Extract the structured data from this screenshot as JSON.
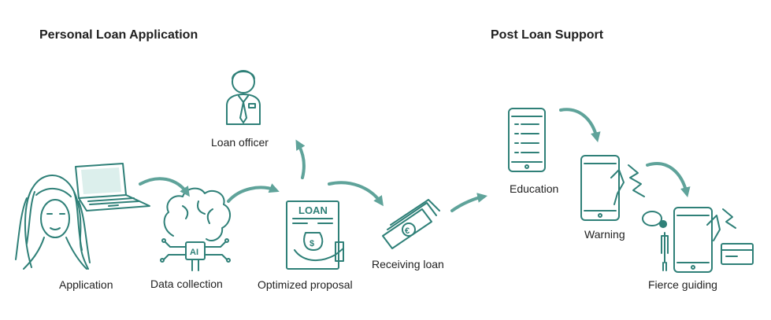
{
  "sections": {
    "personal_loan_title": "Personal Loan Application",
    "post_loan_title": "Post Loan Support"
  },
  "steps": {
    "application": "Application",
    "data_collection": "Data collection",
    "loan_officer": "Loan officer",
    "optimized_proposal": "Optimized proposal",
    "receiving_loan": "Receiving loan",
    "education": "Education",
    "warning": "Warning",
    "fierce_guiding": "Fierce guiding"
  },
  "document_heading": "LOAN",
  "chip_text": "AI",
  "currency_symbol": "€",
  "money_symbol": "$",
  "colors": {
    "accent": "#2f8078",
    "arrow": "#5fa39a",
    "soft_fill": "#dcefec"
  },
  "icons": [
    "woman-portrait-icon",
    "laptop-icon",
    "ai-brain-icon",
    "loan-officer-icon",
    "loan-document-icon",
    "banknotes-icon",
    "phone-checklist-icon",
    "phone-warning-icon",
    "phone-guiding-icon",
    "arrow-icon"
  ]
}
